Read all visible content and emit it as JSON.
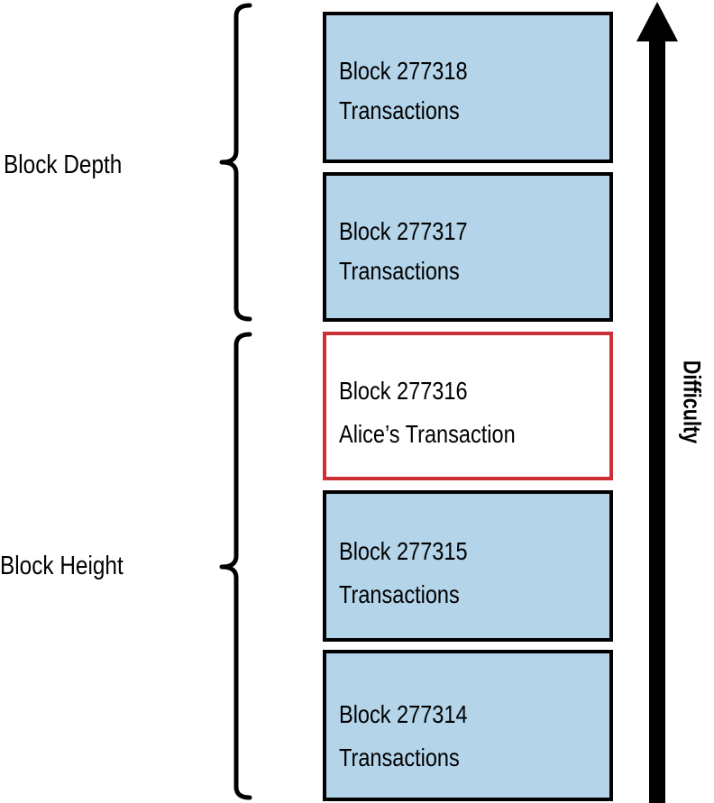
{
  "labels": {
    "block_depth": "Block Depth",
    "block_height": "Block Height",
    "difficulty": "Difficulty"
  },
  "blocks": [
    {
      "title": "Block 277318",
      "content": "Transactions",
      "highlighted": false
    },
    {
      "title": "Block 277317",
      "content": "Transactions",
      "highlighted": false
    },
    {
      "title": "Block 277316",
      "content": "Alice’s Transaction",
      "highlighted": true
    },
    {
      "title": "Block 277315",
      "content": "Transactions",
      "highlighted": false
    },
    {
      "title": "Block 277314",
      "content": "Transactions",
      "highlighted": false
    }
  ],
  "colors": {
    "block_fill": "#b3d4e9",
    "block_border": "#000000",
    "highlight_border": "#cc2f35",
    "highlight_fill": "#ffffff",
    "arrow": "#000000"
  }
}
